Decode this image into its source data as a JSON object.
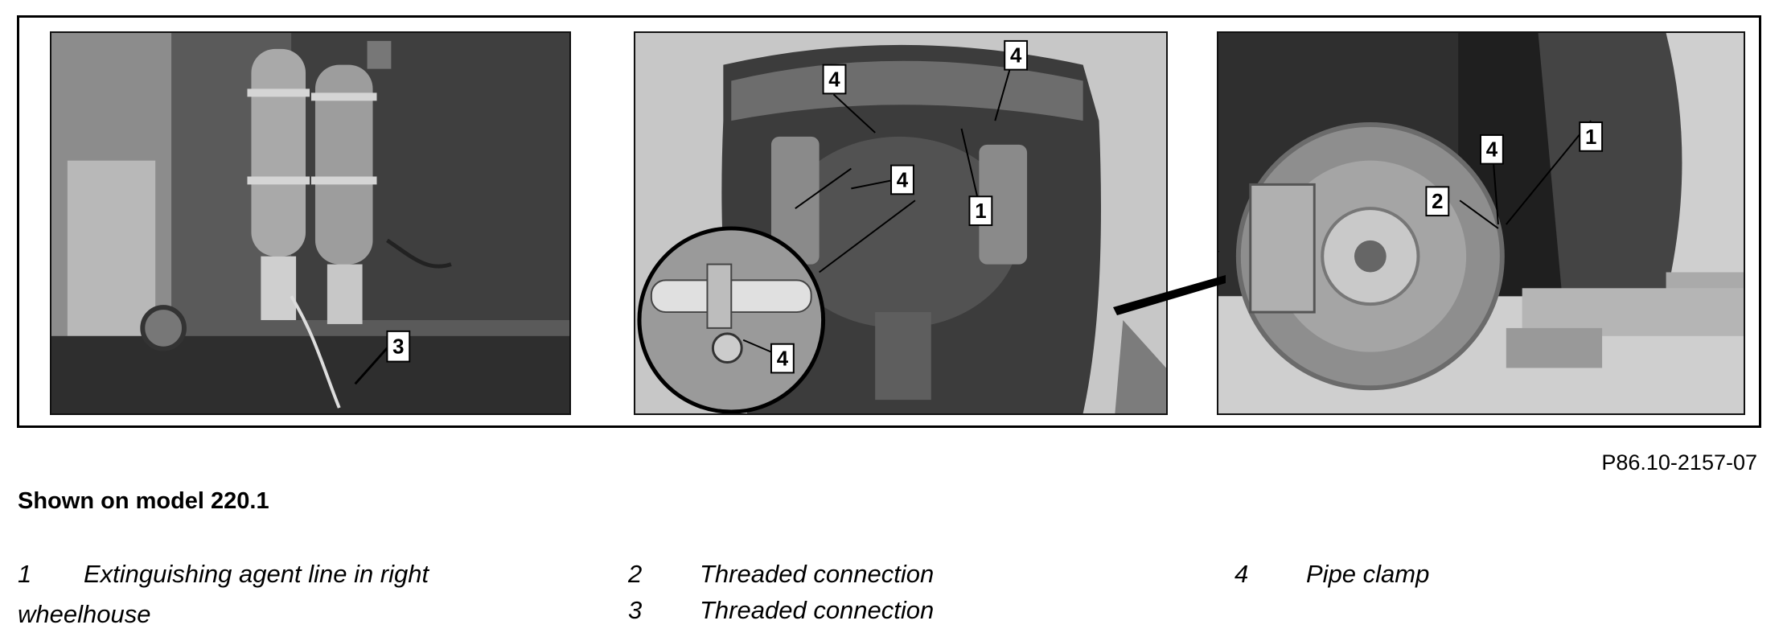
{
  "figure": {
    "id": "P86.10-2157-07",
    "panels": [
      {
        "callouts": [
          "3"
        ]
      },
      {
        "callouts": [
          "4",
          "4",
          "4",
          "1",
          "4"
        ]
      },
      {
        "callouts": [
          "4",
          "1",
          "2"
        ]
      }
    ]
  },
  "caption": {
    "shown_on": "Shown on model 220.1"
  },
  "legend": [
    {
      "num": "1",
      "text": "Extinguishing agent line in right",
      "text_cont": "wheelhouse"
    },
    {
      "num": "2",
      "text": "Threaded connection"
    },
    {
      "num": "3",
      "text": "Threaded connection"
    },
    {
      "num": "4",
      "text": "Pipe clamp"
    }
  ]
}
